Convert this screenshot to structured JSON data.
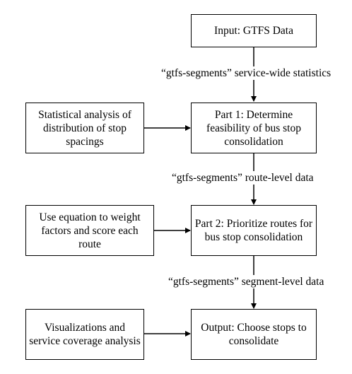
{
  "flow": {
    "input_box": "Input: GTFS Data",
    "label_1": "“gtfs-segments” service-wide statistics",
    "part1_box": "Part 1: Determine feasibility of bus stop consolidation",
    "stat_box": "Statistical analysis of distribution of stop spacings",
    "label_2": "“gtfs-segments” route-level data",
    "part2_box": "Part 2: Prioritize routes for bus stop consolidation",
    "equation_box": "Use equation to weight factors and score each route",
    "label_3": "“gtfs-segments” segment-level data",
    "output_box": "Output: Choose stops to consolidate",
    "viz_box": "Visualizations and service coverage analysis"
  },
  "colors": {
    "line": "#000000",
    "background": "#ffffff"
  }
}
